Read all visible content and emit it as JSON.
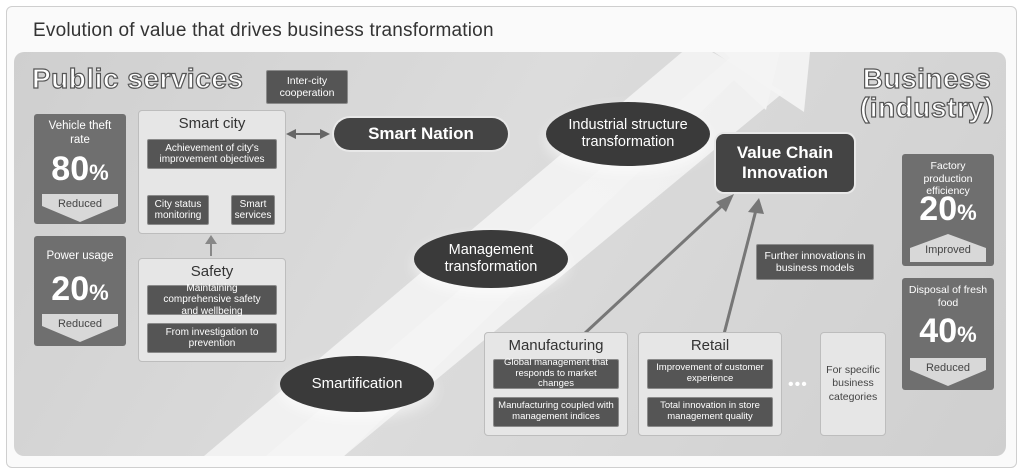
{
  "title": "Evolution of value that drives business transformation",
  "public_services": {
    "heading": "Public services",
    "stats": [
      {
        "label": "Vehicle theft rate",
        "value": "80",
        "unit": "%",
        "change": "Reduced"
      },
      {
        "label": "Power usage",
        "value": "20",
        "unit": "%",
        "change": "Reduced"
      }
    ],
    "inter_city": "Inter-city cooperation",
    "smart_city": {
      "title": "Smart city",
      "objective": "Achievement of city's improvement objectives",
      "items": [
        "City status monitoring",
        "Smart services"
      ]
    },
    "safety": {
      "title": "Safety",
      "items": [
        "Maintaining comprehensive safety and wellbeing",
        "From investigation to prevention"
      ]
    },
    "smart_nation": "Smart Nation"
  },
  "stages": {
    "smartification": "Smartification",
    "management": "Management transformation",
    "industrial": "Industrial structure transformation"
  },
  "business": {
    "heading": "Business (industry)",
    "value_chain": "Value Chain Innovation",
    "further": "Further innovations in business models",
    "stats": [
      {
        "label": "Factory production efficiency",
        "value": "20",
        "unit": "%",
        "change": "Improved"
      },
      {
        "label": "Disposal of fresh food",
        "value": "40",
        "unit": "%",
        "change": "Reduced"
      }
    ],
    "manufacturing": {
      "title": "Manufacturing",
      "items": [
        "Global management that responds to market changes",
        "Manufacturing coupled with management indices"
      ]
    },
    "retail": {
      "title": "Retail",
      "items": [
        "Improvement of customer experience",
        "Total innovation in store management quality"
      ]
    },
    "ellipsis": "•••",
    "specific": "For specific business categories"
  },
  "colors": {
    "dark_box": "#555555",
    "stat_box": "#6f6f6f",
    "arrow": "#f2f2f2"
  }
}
